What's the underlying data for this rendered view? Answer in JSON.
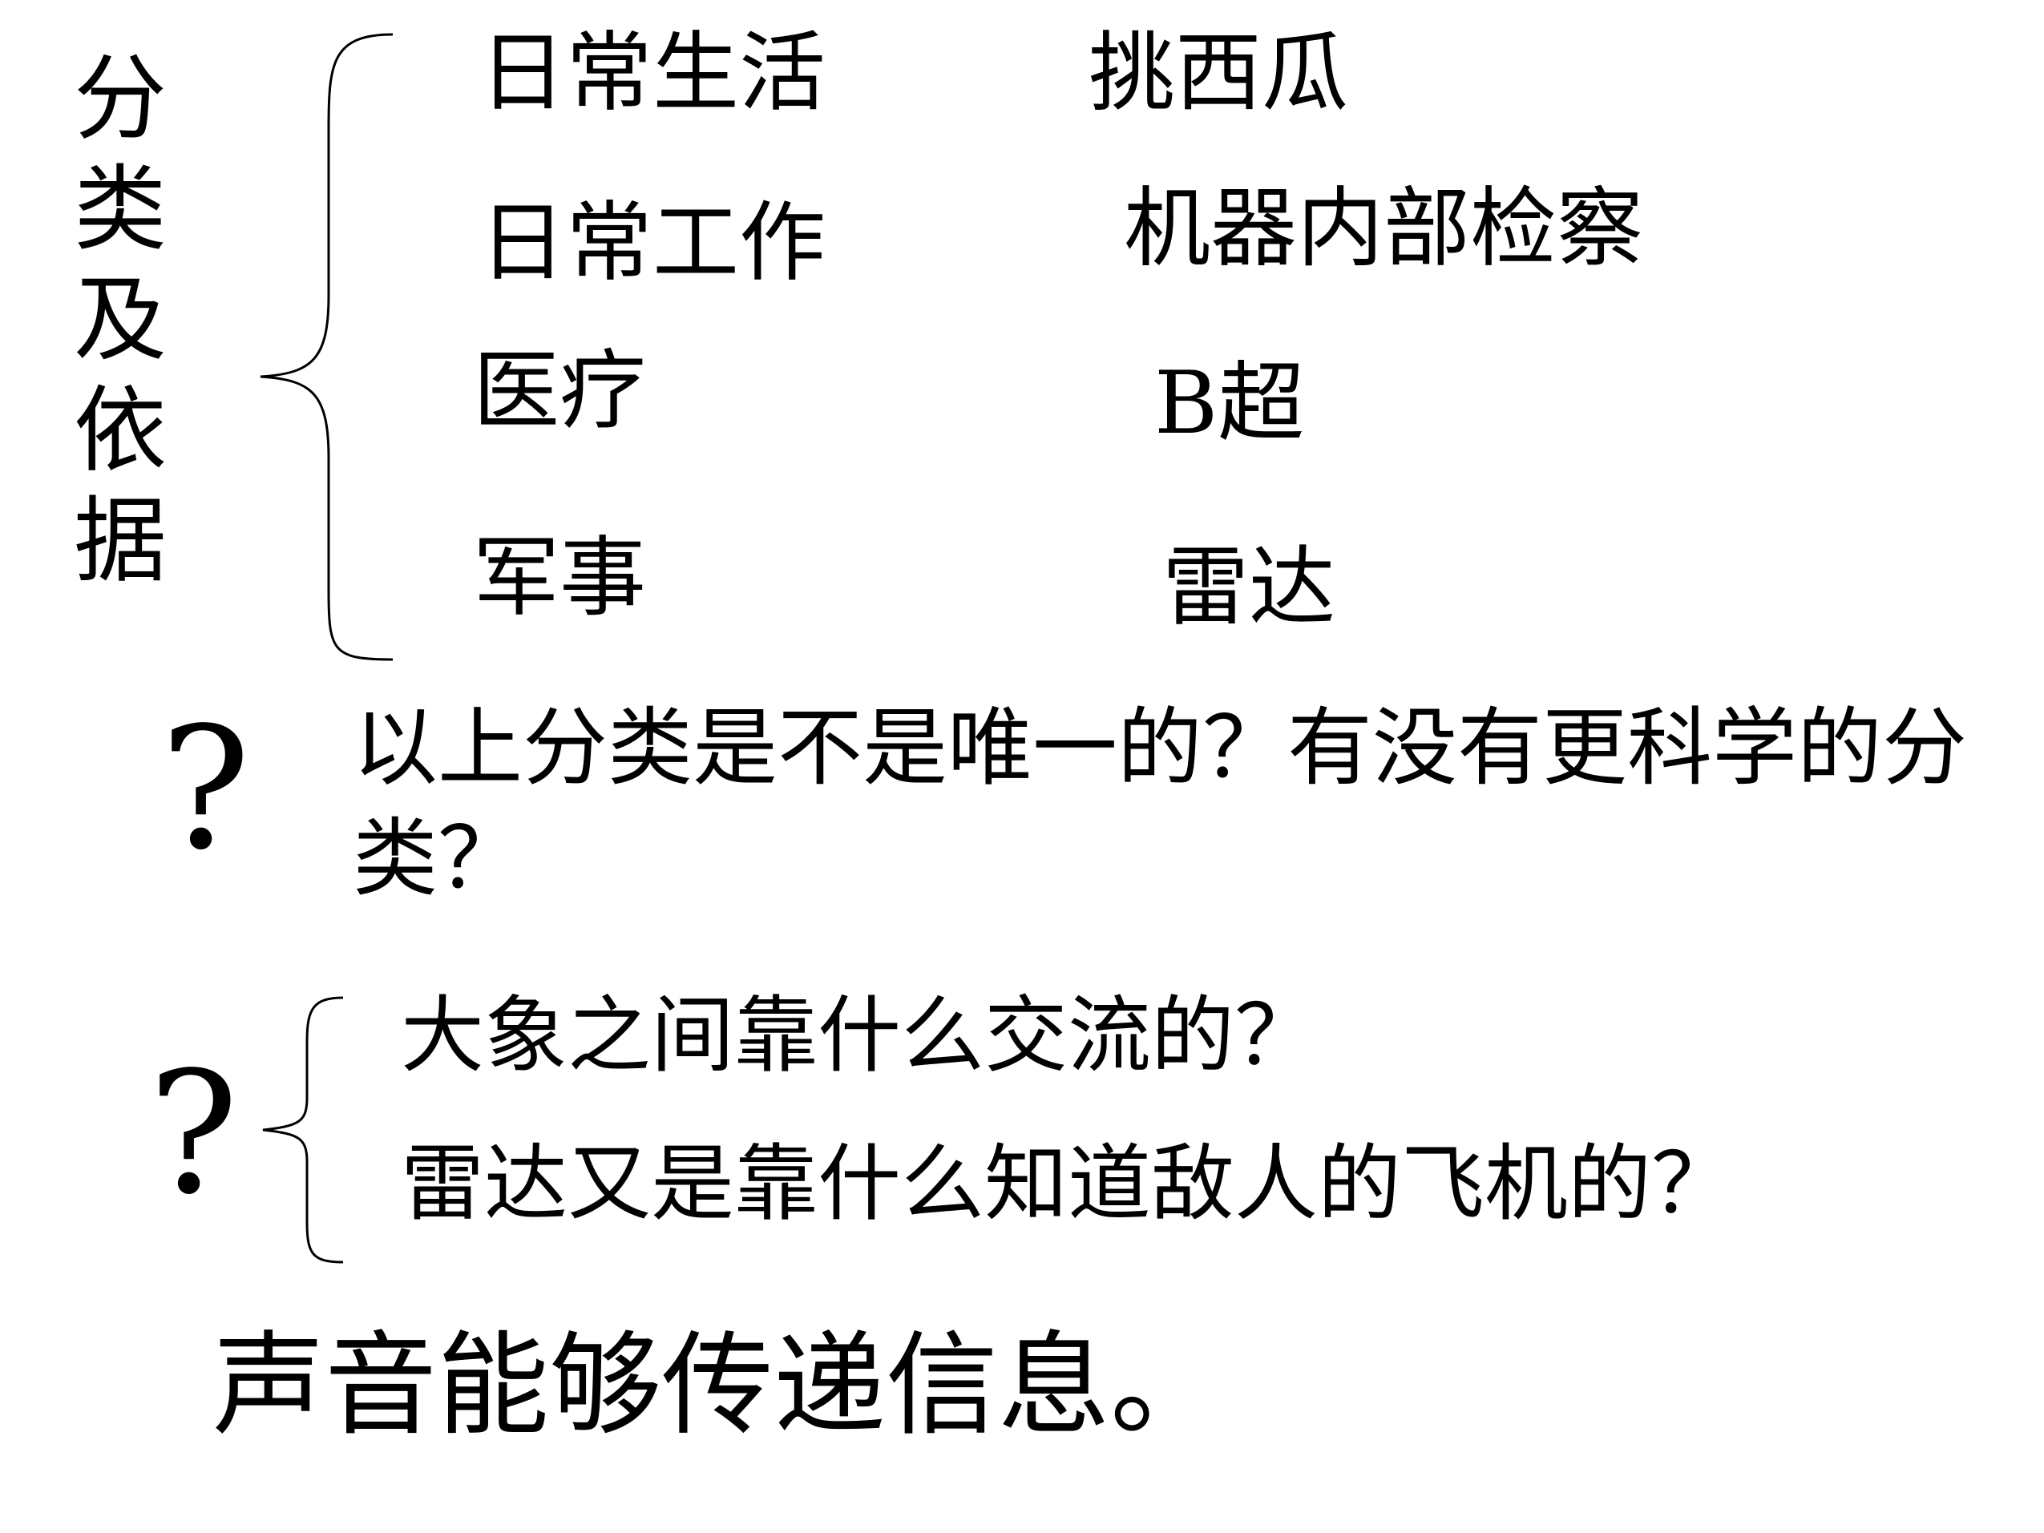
{
  "side_label": "分类及依据",
  "categories": [
    {
      "field": "日常生活",
      "example": "挑西瓜"
    },
    {
      "field": "日常工作",
      "example": "机器内部检察"
    },
    {
      "field": "医疗",
      "example": "B超"
    },
    {
      "field": "军事",
      "example": "雷达"
    }
  ],
  "question1": {
    "mark": "?",
    "text": "以上分类是不是唯一的？有没有更科学的分类？"
  },
  "question2": {
    "mark": "?",
    "items": [
      "大象之间靠什么交流的？",
      "雷达又是靠什么知道敌人的飞机的？"
    ]
  },
  "conclusion": "声音能够传递信息。",
  "colors": {
    "text": "#000000",
    "background": "#ffffff"
  }
}
